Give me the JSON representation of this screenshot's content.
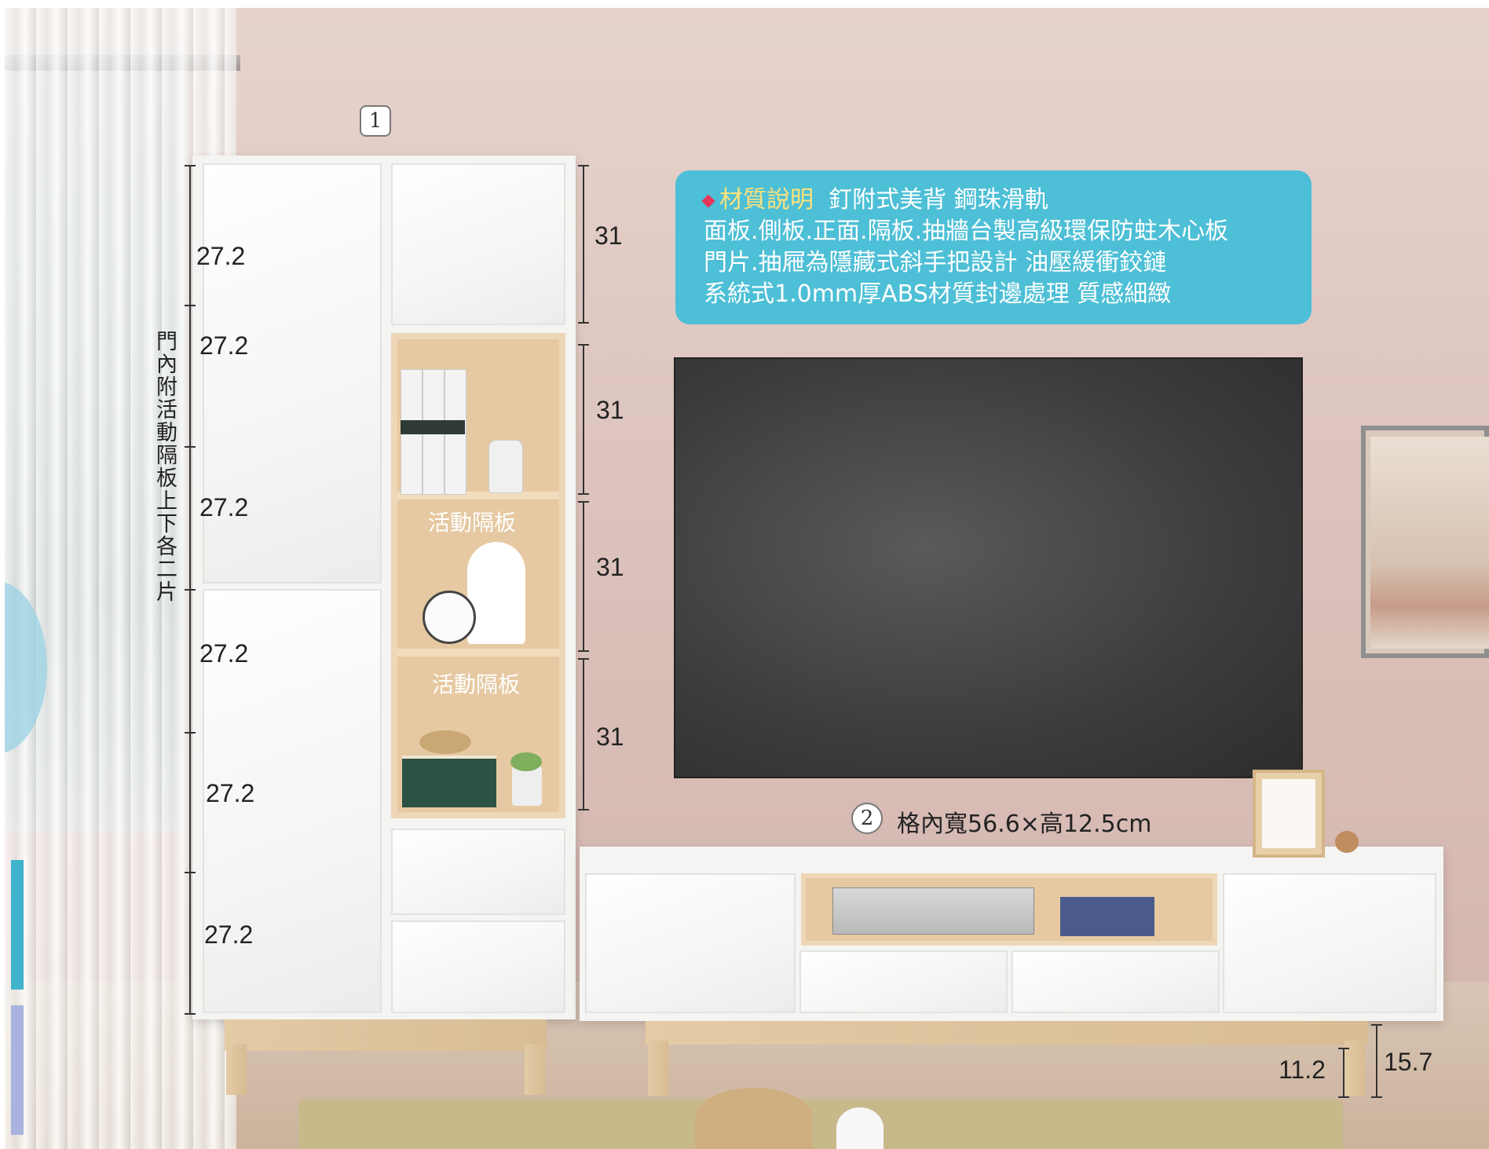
{
  "info_box": {
    "title": "材質說明",
    "line1_rest": "釘附式美背 鋼珠滑軌",
    "line2": "面板.側板.正面.隔板.抽牆台製高級環保防蛀木心板",
    "line3": "門片.抽屜為隱藏式斜手把設計 油壓緩衝鉸鏈",
    "line4": "系統式1.0mm厚ABS材質封邊處理 質感細緻"
  },
  "cabinet": {
    "badge": "1",
    "door_note": "門內附活動隔板上下各二片",
    "left_dims": [
      "27.2",
      "27.2",
      "27.2",
      "27.2",
      "27.2",
      "27.2"
    ],
    "right_dims": [
      "31",
      "31",
      "31",
      "31"
    ],
    "shelf_labels": [
      "活動隔板",
      "活動隔板"
    ]
  },
  "tv_stand": {
    "badge": "2",
    "note": "格內寬56.6×高12.5cm",
    "leg_dim_inner": "11.2",
    "leg_dim_outer": "15.7"
  },
  "colors": {
    "info_bg": "#4dbfd6",
    "info_title": "#ffe27a",
    "wall": "#e7d3cd",
    "wood": "#e6c9a2"
  }
}
